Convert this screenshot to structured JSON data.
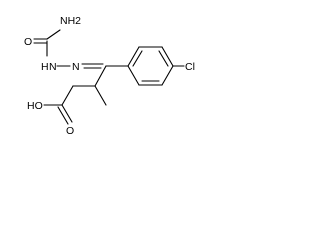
{
  "structure": {
    "atoms": {
      "amide_nh2": "NH2",
      "carbonyl_o": "O",
      "hydrazone_n1": "N",
      "hydrazone_n2": "N",
      "nh_h": "H",
      "chlorine": "Cl",
      "acid_oh": "HO",
      "acid_o": "O"
    }
  }
}
